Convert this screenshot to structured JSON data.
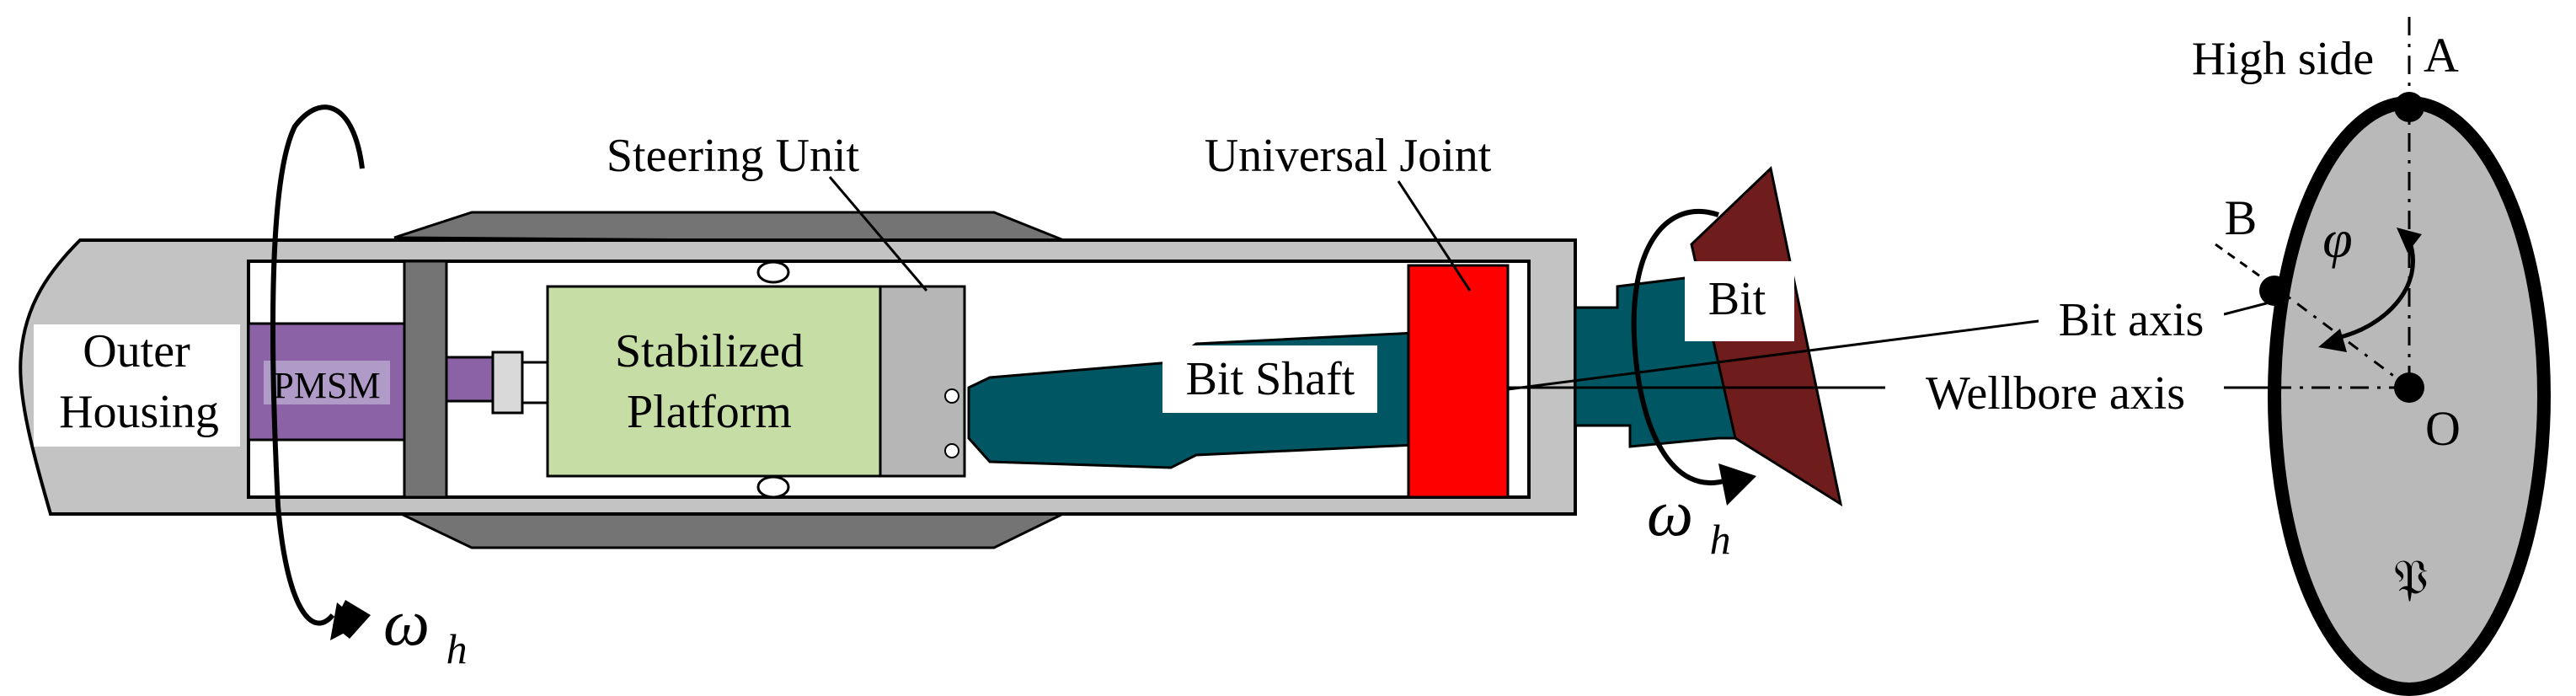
{
  "labels": {
    "outer_housing_line1": "Outer",
    "outer_housing_line2": "Housing",
    "pmsm": "PMSM",
    "stabilized_line1": "Stabilized",
    "stabilized_line2": "Platform",
    "steering_unit": "Steering Unit",
    "universal_joint": "Universal Joint",
    "bit_shaft": "Bit Shaft",
    "bit": "Bit",
    "bit_axis": "Bit axis",
    "wellbore_axis": "Wellbore axis",
    "high_side": "High side",
    "point_a": "A",
    "point_b": "B",
    "point_o": "O",
    "phi": "φ",
    "omega_base": "ω",
    "omega_sub": "h",
    "plane_symbol": "𝔓"
  },
  "colors": {
    "housing_gray": "#c3c3c3",
    "stabilizer_dark": "#747474",
    "pmsm_purple": "#8a62a5",
    "pmsm_light": "#b09ac7",
    "platform_green": "#c6dea6",
    "steering_gray": "#b6b6b6",
    "shaft_teal": "#005662",
    "joint_red": "#ff0000",
    "bit_brown": "#6e1c1c",
    "ellipse_gray": "#b9b9b9"
  }
}
